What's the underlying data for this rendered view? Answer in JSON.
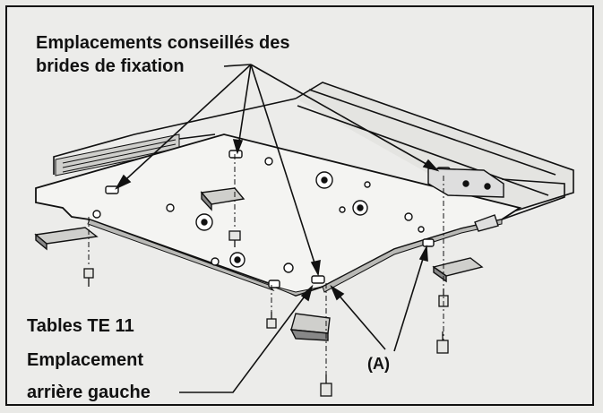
{
  "labels": {
    "top_line1": "Emplacements conseillés des",
    "top_line2": "brides de fixation",
    "bottom_line1": "Tables  TE 11",
    "bottom_line2": "Emplacement",
    "bottom_line3": "arrière gauche",
    "callout_a": "(A)"
  },
  "colors": {
    "ink": "#111111",
    "paper": "#ececea",
    "plate": "#f4f4f2",
    "shade": "#b9b9b6"
  }
}
